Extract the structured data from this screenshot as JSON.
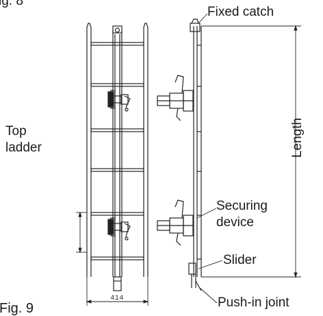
{
  "figure": {
    "top_label": "ig. 8",
    "bottom_label": "Fig. 9"
  },
  "labels": {
    "top_ladder_line1": "Top",
    "top_ladder_line2": "ladder",
    "fixed_catch": "Fixed catch",
    "length": "Length",
    "securing_line1": "Securing",
    "securing_line2": "device",
    "slider": "Slider",
    "push_in_joint": "Push-in joint"
  },
  "dimension": {
    "width_value": "414"
  },
  "colors": {
    "line": "#222222",
    "background": "#ffffff"
  }
}
